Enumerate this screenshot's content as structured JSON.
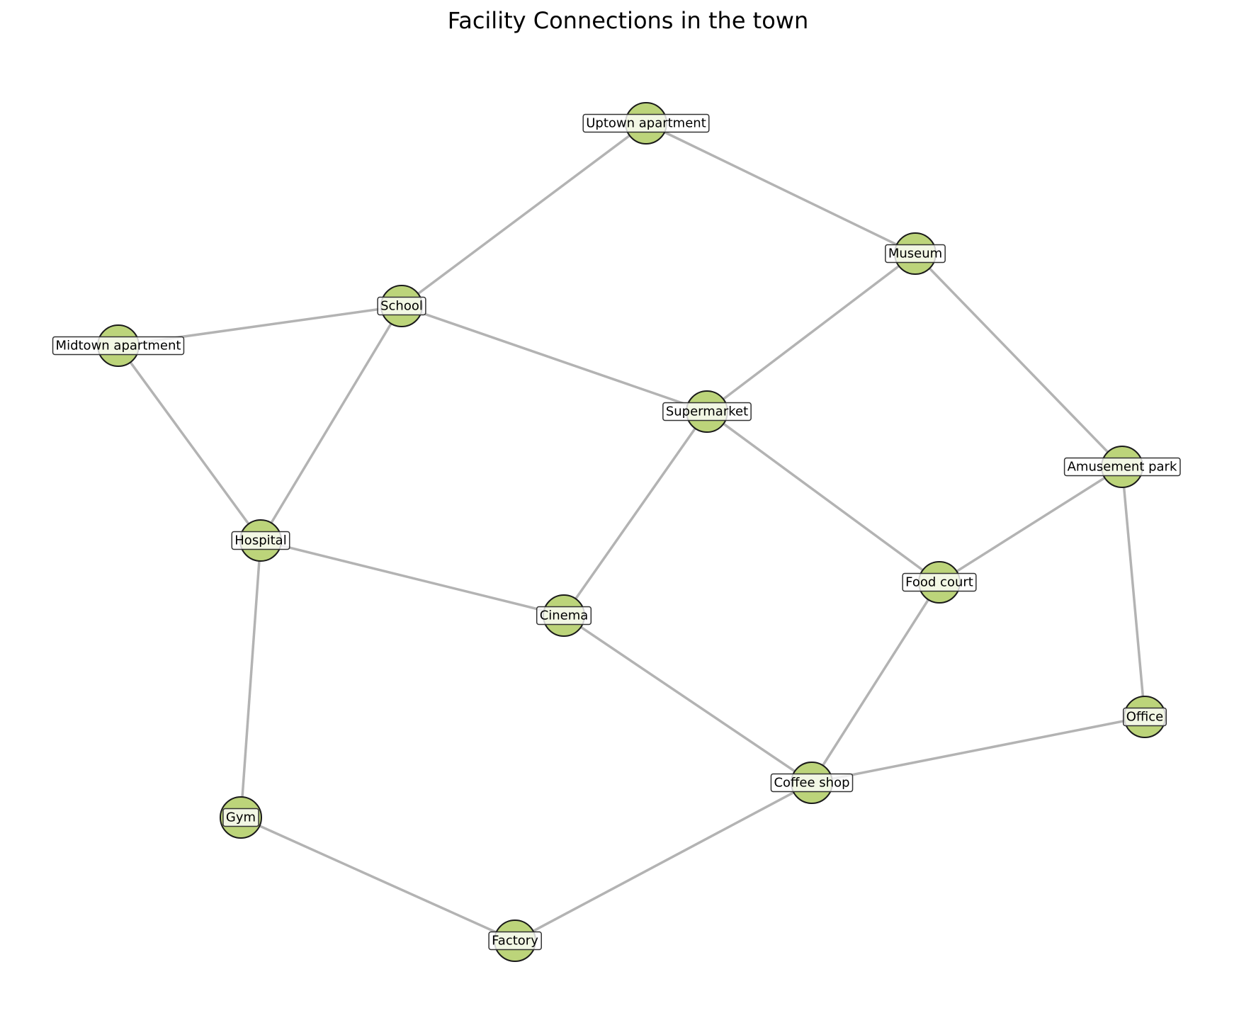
{
  "title": "Facility Connections in the town",
  "colors": {
    "node_fill": "#bcd47a",
    "node_stroke": "#1a1a1a",
    "edge": "#b3b3b3",
    "label_bg": "#ffffff",
    "label_border": "#333333"
  },
  "nodes": [
    {
      "id": "uptown",
      "label": "Uptown apartment"
    },
    {
      "id": "museum",
      "label": "Museum"
    },
    {
      "id": "school",
      "label": "School"
    },
    {
      "id": "midtown",
      "label": "Midtown apartment"
    },
    {
      "id": "supermarket",
      "label": "Supermarket"
    },
    {
      "id": "amusement",
      "label": "Amusement park"
    },
    {
      "id": "hospital",
      "label": "Hospital"
    },
    {
      "id": "foodcourt",
      "label": "Food court"
    },
    {
      "id": "cinema",
      "label": "Cinema"
    },
    {
      "id": "office",
      "label": "Office"
    },
    {
      "id": "coffee",
      "label": "Coffee shop"
    },
    {
      "id": "gym",
      "label": "Gym"
    },
    {
      "id": "factory",
      "label": "Factory"
    }
  ],
  "edges": [
    [
      "uptown",
      "school"
    ],
    [
      "uptown",
      "museum"
    ],
    [
      "museum",
      "supermarket"
    ],
    [
      "museum",
      "amusement"
    ],
    [
      "school",
      "midtown"
    ],
    [
      "school",
      "supermarket"
    ],
    [
      "school",
      "hospital"
    ],
    [
      "midtown",
      "hospital"
    ],
    [
      "supermarket",
      "cinema"
    ],
    [
      "supermarket",
      "foodcourt"
    ],
    [
      "amusement",
      "foodcourt"
    ],
    [
      "amusement",
      "office"
    ],
    [
      "hospital",
      "cinema"
    ],
    [
      "hospital",
      "gym"
    ],
    [
      "cinema",
      "coffee"
    ],
    [
      "foodcourt",
      "coffee"
    ],
    [
      "office",
      "coffee"
    ],
    [
      "coffee",
      "factory"
    ],
    [
      "gym",
      "factory"
    ]
  ]
}
